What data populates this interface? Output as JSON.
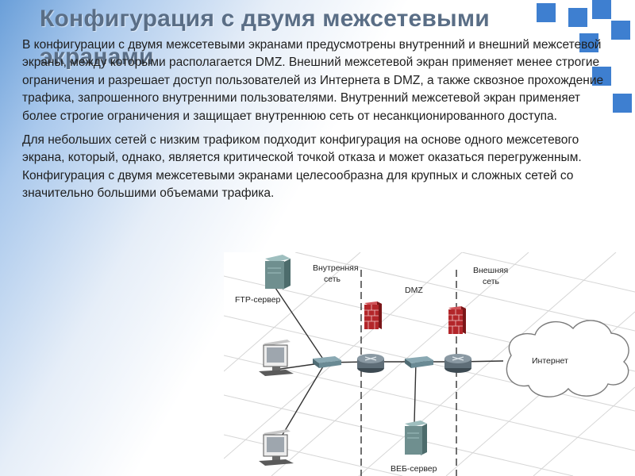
{
  "slide": {
    "title": "Конфигурация с двумя межсетевыми экранами",
    "paragraphs": [
      "В конфигурации с двумя межсетевыми экранами предусмотрены внутренний и внешний межсетевой экраны, между которыми располагается DMZ. Внешний межсетевой экран применяет менее строгие ограничения и разрешает доступ пользователей из Интернета в DMZ, а также сквозное прохождение трафика, запрошенного внутренними пользователями. Внутренний межсетевой экран применяет более строгие ограничения и защищает внутреннюю сеть от несанкционированного доступа.",
      "Для небольших сетей с низким трафиком подходит конфигурация на основе одного межсетевого экрана, который, однако, является критической точкой отказа и может оказаться перегруженным. Конфигурация с двумя межсетевыми экранами целесообразна для крупных и сложных сетей со значительно большими объемами трафика."
    ]
  },
  "diagram": {
    "zone_inner_line1": "Внутренняя",
    "zone_inner_line2": "сеть",
    "zone_dmz": "DMZ",
    "zone_outer_line1": "Внешняя",
    "zone_outer_line2": "сеть",
    "ftp_server": "FTP-сервер",
    "web_server": "ВЕБ-сервер",
    "internet": "Интернет"
  },
  "colors": {
    "title": "#5a6e86",
    "accent_squares": "#3e7fd0",
    "firewall": "#b3262a",
    "router": "#5f6e78",
    "server": "#6f8f8f"
  }
}
